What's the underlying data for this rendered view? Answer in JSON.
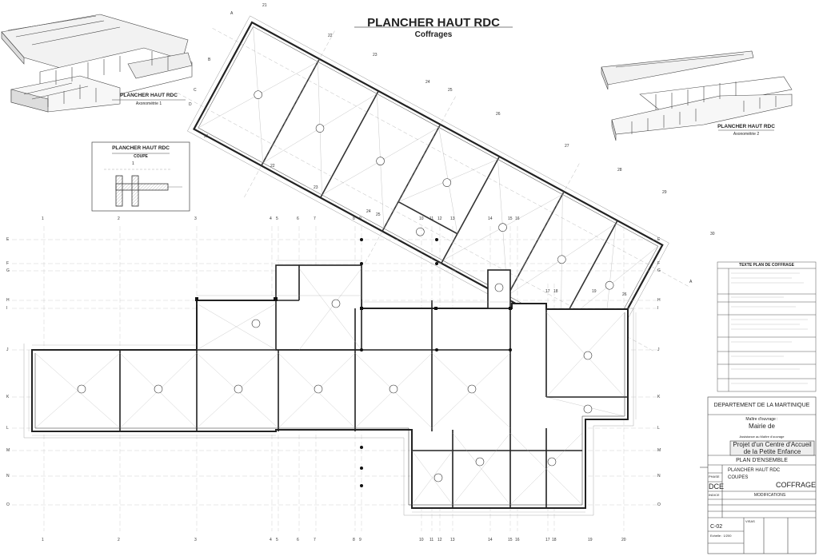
{
  "header": {
    "title": "PLANCHER HAUT RDC",
    "subtitle": "Coffrages"
  },
  "axo": {
    "left": {
      "title": "PLANCHER HAUT RDC",
      "caption": "Axonométrie 1"
    },
    "right": {
      "title": "PLANCHER HAUT RDC",
      "caption": "Axonométrie 2"
    }
  },
  "detail": {
    "title": "PLANCHER HAUT RDC",
    "caption": "COUPE",
    "ref": "1"
  },
  "grid_top": [
    "1",
    "2",
    "3",
    "4",
    "5",
    "6",
    "7",
    "8",
    "9",
    "10",
    "11",
    "12",
    "13",
    "14",
    "15",
    "16"
  ],
  "grid_bottom": [
    "1",
    "2",
    "3",
    "4",
    "5",
    "6",
    "7",
    "8",
    "9",
    "10",
    "11",
    "12",
    "13",
    "14",
    "15",
    "16",
    "17",
    "18",
    "19",
    "20"
  ],
  "grid_left": [
    "E",
    "F",
    "G",
    "H",
    "I",
    "J",
    "K",
    "L",
    "M",
    "N",
    "O"
  ],
  "grid_diag_left": [
    "A",
    "B",
    "C",
    "D"
  ],
  "grid_diag_top": [
    "21",
    "22",
    "23",
    "24",
    "25",
    "26",
    "27",
    "28",
    "29",
    "30"
  ],
  "grid_diag_inner": [
    "21",
    "22",
    "23",
    "24",
    "25",
    "17",
    "18",
    "19",
    "26",
    "A"
  ],
  "notes": {
    "title": "TEXTE PLAN DE COFFRAGE"
  },
  "titleblock": {
    "department": "DEPARTEMENT DE LA MARTINIQUE",
    "moa_label": "Maître d'ouvrage :",
    "moa": "Mairie de",
    "project_label": "Assistance au Maître d'ouvrage",
    "project_line1": "Projet d'un Centre d'Accueil",
    "project_line2": "de la Petite Enfance",
    "plan": "PLAN D'ENSEMBLE",
    "level": "PLANCHER HAUT RDC",
    "sheet_type": "COUPES",
    "discipline": "COFFRAGE",
    "phase_label": "PHASE",
    "phase": "DCE",
    "indice_label": "INDICE",
    "modifications": "MODIFICATIONS",
    "visa": "VISAS",
    "sheet_no": "C-02",
    "scale": "Echelle : 1/200"
  }
}
